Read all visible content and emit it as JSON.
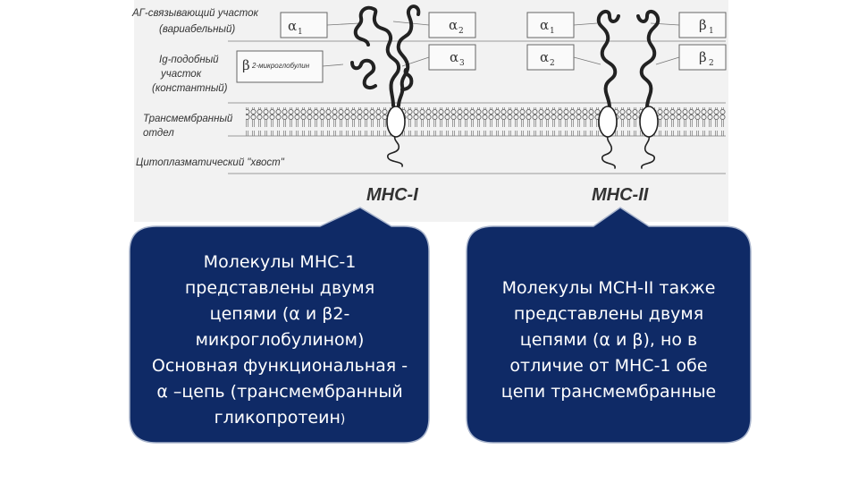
{
  "labels": {
    "ag_binding_line1": "АГ-связывающий участок",
    "ag_binding_line2": "(вариабельный)",
    "ig_like_line1": "Ig-подобный",
    "ig_like_line2": "участок",
    "ig_like_line3": "(константный)",
    "transmembrane_line1": "Трансмембранный",
    "transmembrane_line2": "отдел",
    "cytoplasmic": "Цитоплазматический \"хвост\""
  },
  "mhc1": {
    "title": "МНС-I",
    "box_alpha1": "α",
    "box_alpha1_sub": "1",
    "box_alpha2": "α",
    "box_alpha2_sub": "2",
    "box_alpha3": "α",
    "box_alpha3_sub": "3",
    "box_beta": "β",
    "box_beta_sub": "2-микроглобулин"
  },
  "mhc2": {
    "title": "МНС-II",
    "box_alpha1": "α",
    "box_alpha1_sub": "1",
    "box_beta1": "β",
    "box_beta1_sub": "1",
    "box_alpha2": "α",
    "box_alpha2_sub": "2",
    "box_beta2": "β",
    "box_beta2_sub": "2"
  },
  "bubble_left": {
    "line1": "Молекулы МНС-1",
    "line2": "представлены двумя",
    "line3": "цепями (α и β2-",
    "line4": "микроглобулином)",
    "line5": "Основная функциональная -",
    "line6": "α –цепь (трансмембранный",
    "line7": "гликопротеин",
    "line7_tail": ")"
  },
  "bubble_right": {
    "line1": "Молекулы МСН-II также",
    "line2": "представлены двумя",
    "line3": "цепями (α и β), но в",
    "line4": "отличие от МНС-1 обе",
    "line5": "цепи трансмембранные"
  },
  "colors": {
    "bubble_fill": "#0f2a66",
    "bubble_border": "#a8b4cc",
    "figure_bg": "#f2f2f2"
  }
}
